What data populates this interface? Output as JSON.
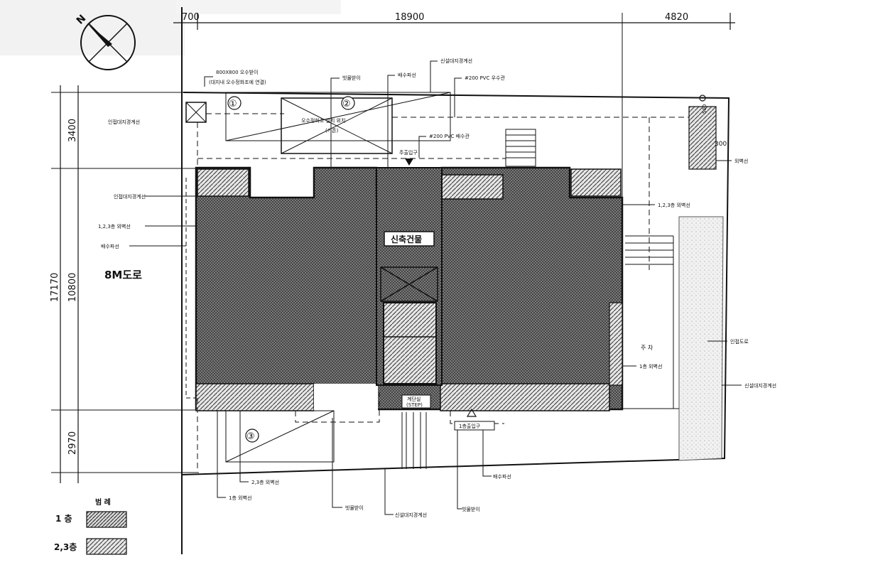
{
  "dimensions": {
    "top_left": "700",
    "top_mid": "18900",
    "top_right": "4820",
    "left_total": "17170",
    "left_top": "3400",
    "left_mid": "10800",
    "left_bottom": "2970",
    "right_small_a": "300",
    "right_small_b": "500"
  },
  "road_label": "8M도로",
  "building_label": "신축건물",
  "markers": [
    "①",
    "②",
    "③"
  ],
  "notes": {
    "inlet_box": "800X800 오수받이",
    "inlet_box_sub": "(대지내 오수정화조에 연결)",
    "septic": "오수정화조 설치 위치",
    "septic_sub": "(기존)",
    "gutter_top_a": "빗물받이",
    "gutter_top_b": "배수파선",
    "sewer_top": "신설대지경계선",
    "pvc_a": "#200 PVC 배수관",
    "pvc_b": "#200 PVC 우수관",
    "entrance_top": "주출입구",
    "outer_top_left": "인접대지경계선",
    "left_1": "인접대지경계선",
    "left_2": "1,2,3층 외벽선",
    "left_3": "배수파선",
    "right_1": "1,2,3층 외벽선",
    "right_2": "인접도로",
    "right_3": "신설대지경계선",
    "right_4": "1층 외벽선",
    "right_side": "외벽선",
    "parking": "주 차",
    "stair": "계단실",
    "stair_sub": "(STEP)",
    "entrance_bottom": "1층출입구",
    "bottom_1": "2,3층 외벽선",
    "bottom_2": "1층 외벽선",
    "bottom_3": "빗물받이",
    "bottom_4": "신설대지경계선",
    "bottom_5": "빗물받이",
    "bottom_6": "배수파선"
  },
  "legend": {
    "title": "범 례",
    "items": [
      {
        "label": "1 층"
      },
      {
        "label": "2,3층"
      }
    ]
  },
  "compass": {
    "letter": "N"
  },
  "colors": {
    "ink": "#111111",
    "hatch": "#444444",
    "light_hatch": "#888888"
  }
}
